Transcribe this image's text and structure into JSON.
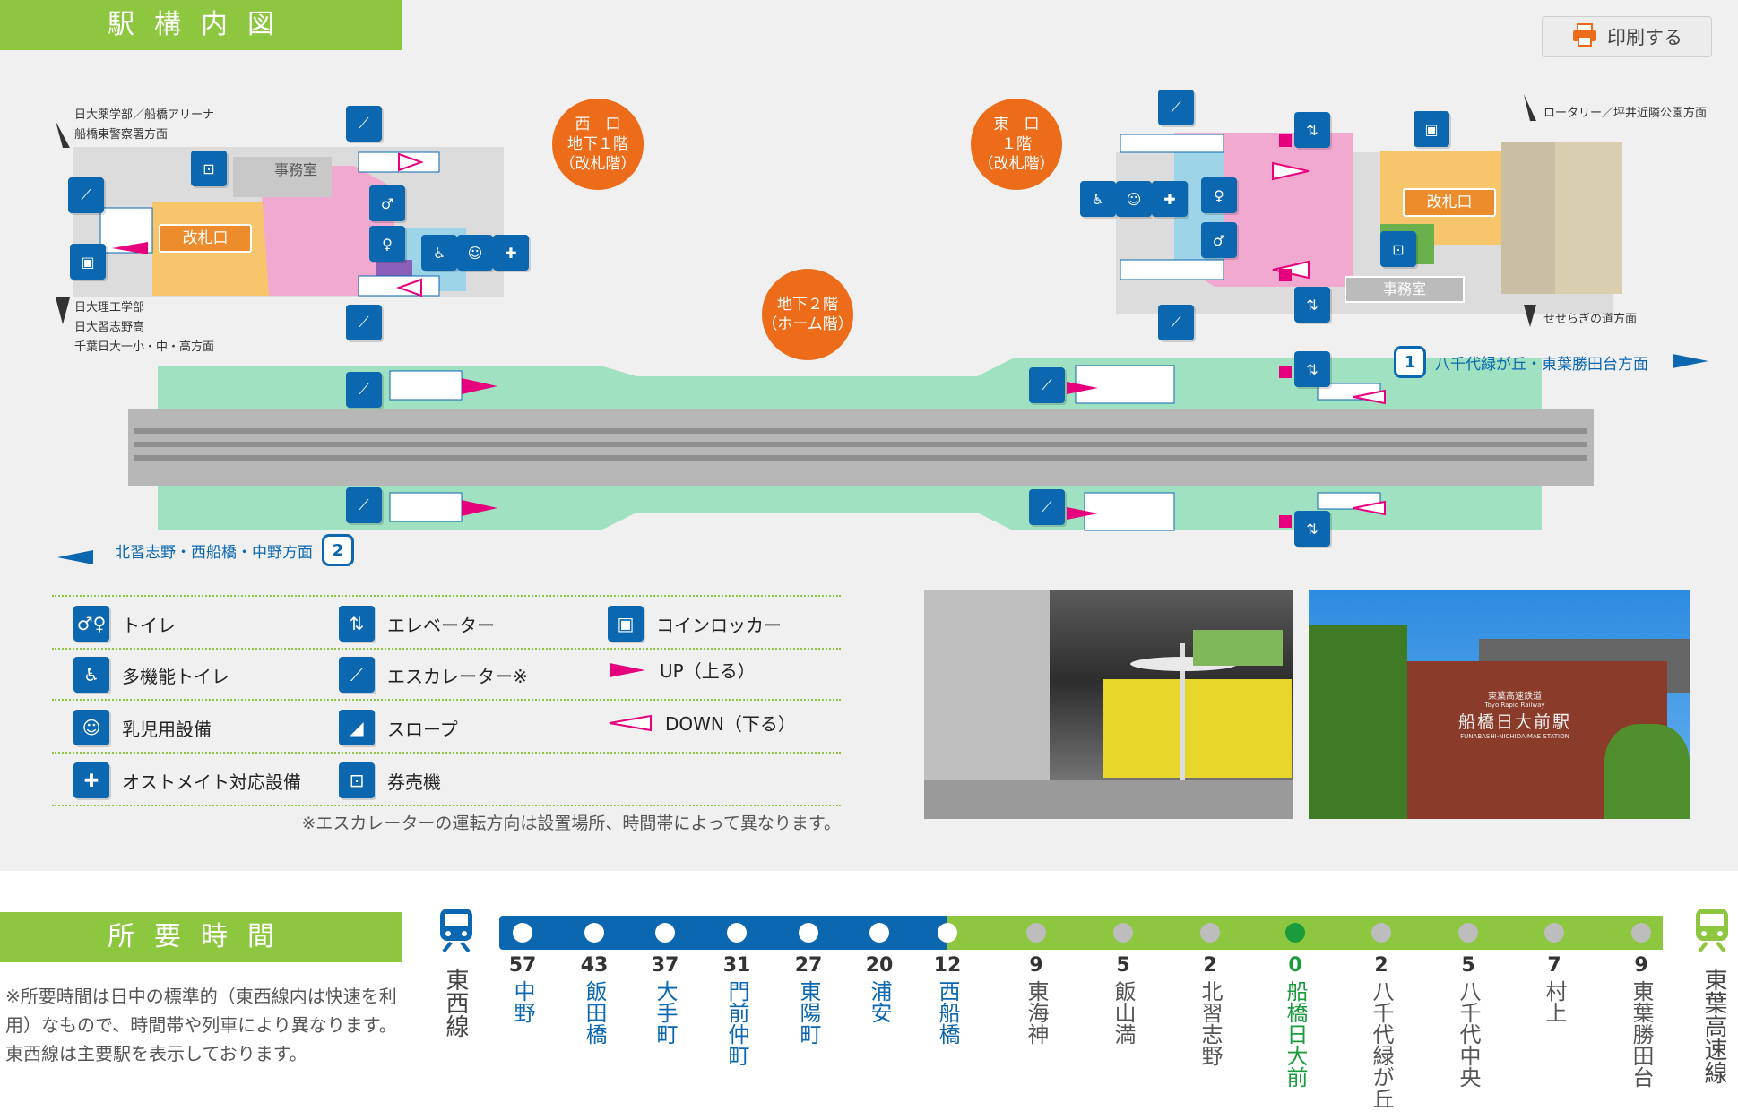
{
  "map": {
    "title": "駅構内図",
    "print_label": "印刷する",
    "west_exit": {
      "l1": "西　口",
      "l2": "地下１階",
      "l3": "（改札階）"
    },
    "east_exit": {
      "l1": "東　口",
      "l2": "１階",
      "l3": "（改札階）"
    },
    "b2_floor": {
      "l1": "地下２階",
      "l2": "（ホーム階）"
    },
    "ticket_gate_label": "改札口",
    "office_label": "事務室",
    "west_up": [
      "日大薬学部／船橋アリーナ",
      "船橋東警察署方面"
    ],
    "west_down": [
      "日大理工学部",
      "日大習志野高",
      "千葉日大一小・中・高方面"
    ],
    "east_up": "ロータリー／坪井近隣公園方面",
    "east_down": "せせらぎの道方面",
    "platform1": {
      "num": "1",
      "text": "八千代緑が丘・東葉勝田台方面"
    },
    "platform2": {
      "num": "2",
      "text": "北習志野・西船橋・中野方面"
    }
  },
  "legend": {
    "toilet": "トイレ",
    "elevator": "エレベーター",
    "locker": "コインロッカー",
    "multi_toilet": "多機能トイレ",
    "escalator": "エスカレーター※",
    "up": "UP（上る）",
    "baby": "乳児用設備",
    "slope": "スロープ",
    "down": "DOWN（下る）",
    "ostomate": "オストメイト対応設備",
    "ticket": "券売機",
    "note": "※エスカレーターの運転方向は設置場所、時間帯によって異なります。"
  },
  "photos": {
    "station_sign": [
      "東葉高速鉄道",
      "Toyo Rapid Railway",
      "船橋日大前駅",
      "FUNABASHI-NICHIDAIMAE STATION"
    ]
  },
  "travel": {
    "title": "所要時間",
    "note": "※所要時間は日中の標準的（東西線内は快速を利用）なもので、時間帯や列車により異なります。東西線は主要駅を表示しております。",
    "left_line": "東西線",
    "right_line": "東葉高速線",
    "stations": [
      {
        "num": "57",
        "name": "中野",
        "line": "tozai"
      },
      {
        "num": "43",
        "name": "飯田橋",
        "line": "tozai"
      },
      {
        "num": "37",
        "name": "大手町",
        "line": "tozai"
      },
      {
        "num": "31",
        "name": "門前仲町",
        "line": "tozai"
      },
      {
        "num": "27",
        "name": "東陽町",
        "line": "tozai"
      },
      {
        "num": "20",
        "name": "浦安",
        "line": "tozai"
      },
      {
        "num": "12",
        "name": "西船橋",
        "line": "tozai"
      },
      {
        "num": "9",
        "name": "東海神",
        "line": "toyo"
      },
      {
        "num": "5",
        "name": "飯山満",
        "line": "toyo"
      },
      {
        "num": "2",
        "name": "北習志野",
        "line": "toyo"
      },
      {
        "num": "0",
        "name": "船橋日大前",
        "line": "current"
      },
      {
        "num": "2",
        "name": "八千代緑が丘",
        "line": "toyo"
      },
      {
        "num": "5",
        "name": "八千代中央",
        "line": "toyo"
      },
      {
        "num": "7",
        "name": "村上",
        "line": "toyo"
      },
      {
        "num": "9",
        "name": "東葉勝田台",
        "line": "toyo"
      }
    ],
    "colors": {
      "tozai": "#0b67b0",
      "toyo": "#555555",
      "current": "#1a9b3c",
      "green": "#8dc63f"
    }
  }
}
